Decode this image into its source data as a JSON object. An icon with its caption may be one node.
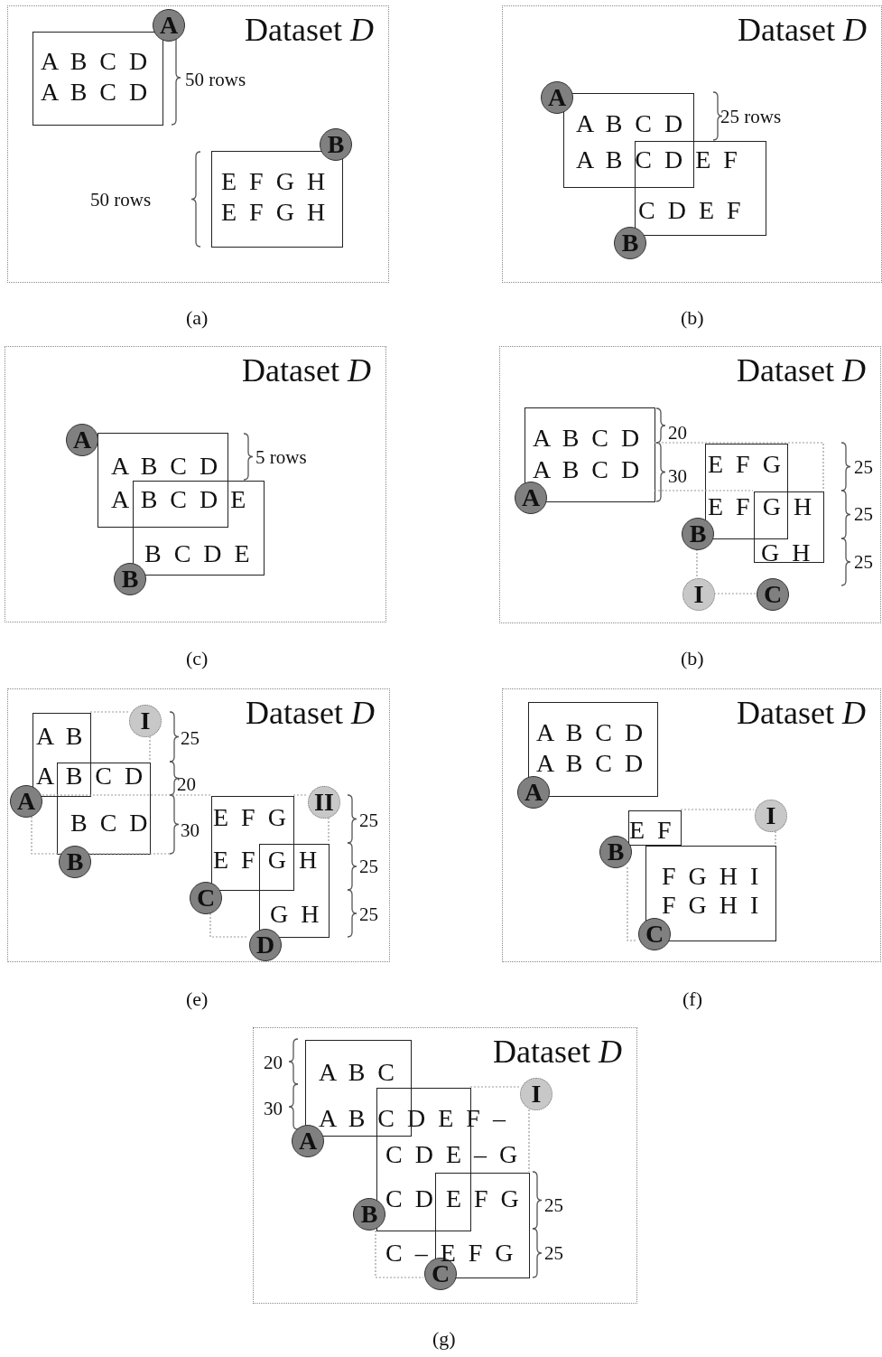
{
  "diagram": {
    "nodes": [
      {
        "text": [
          "Dataset *D*"
        ]
      },
      {
        "text": [],
        "shape": "box",
        "in": 0
      },
      {
        "text": [
          "A"
        ],
        "in": 0
      },
      {
        "text": [],
        "shape": "box",
        "in": 0
      },
      {
        "text": [
          "B"
        ],
        "in": 0
      },
      {
        "text": [
          "Dataset *D*"
        ]
      },
      {
        "text": [],
        "shape": "box",
        "in": 5
      },
      {
        "text": [
          "A"
        ],
        "in": 5
      },
      {
        "text": [],
        "shape": "box",
        "in": 5
      },
      {
        "text": [
          "B"
        ],
        "in": 5
      },
      {
        "text": [
          "Dataset *D*"
        ]
      },
      {
        "text": [],
        "shape": "box",
        "in": 10
      },
      {
        "text": [
          "A"
        ],
        "in": 10
      },
      {
        "text": [],
        "shape": "box",
        "in": 10
      },
      {
        "text": [
          "B"
        ],
        "in": 10
      },
      {
        "text": [
          "Dataset *D*"
        ]
      },
      {
        "text": [],
        "shape": "box",
        "in": 15
      },
      {
        "text": [
          "A"
        ],
        "in": 15
      },
      {
        "text": [],
        "shape": "box",
        "in": 15
      },
      {
        "text": [
          "B"
        ],
        "in": 15
      },
      {
        "text": [],
        "shape": "box",
        "in": 15
      },
      {
        "text": [
          "C"
        ],
        "in": 15
      },
      {
        "text": [
          "I"
        ],
        "in": 15
      },
      {
        "text": [
          "Dataset *D*"
        ]
      },
      {
        "text": [],
        "shape": "box",
        "in": 23
      },
      {
        "text": [
          "A"
        ],
        "in": 23
      },
      {
        "text": [],
        "shape": "box",
        "in": 23
      },
      {
        "text": [
          "B"
        ],
        "in": 23
      },
      {
        "text": [
          "I"
        ],
        "in": 23
      },
      {
        "text": [],
        "shape": "box",
        "in": 23
      },
      {
        "text": [
          "C"
        ],
        "in": 23
      },
      {
        "text": [],
        "shape": "box",
        "in": 23
      },
      {
        "text": [
          "D"
        ],
        "in": 23
      },
      {
        "text": [
          "II"
        ],
        "in": 23
      },
      {
        "text": [
          "Dataset *D*"
        ]
      },
      {
        "text": [],
        "shape": "box",
        "in": 34
      },
      {
        "text": [
          "A"
        ],
        "in": 34
      },
      {
        "text": [],
        "shape": "box",
        "in": 34
      },
      {
        "text": [
          "B"
        ],
        "in": 34
      },
      {
        "text": [],
        "shape": "box",
        "in": 34
      },
      {
        "text": [
          "C"
        ],
        "in": 34
      },
      {
        "text": [
          "I"
        ],
        "in": 34
      },
      {
        "text": [
          "Dataset *D*"
        ]
      },
      {
        "text": [],
        "shape": "box",
        "in": 42
      },
      {
        "text": [
          "A"
        ],
        "in": 42
      },
      {
        "text": [],
        "shape": "box",
        "in": 42
      },
      {
        "text": [
          "B"
        ],
        "in": 42
      },
      {
        "text": [],
        "shape": "box",
        "in": 42
      },
      {
        "text": [
          "C"
        ],
        "in": 42
      },
      {
        "text": [
          "I"
        ],
        "in": 42
      }
    ],
    "edges": [],
    "labels": [
      "A B C D",
      "50 rows",
      "A B C D",
      "E F G H",
      "50 rows",
      "E F G H",
      "A B C D",
      "25 rows",
      "A B C D E F",
      "C D E F",
      "(a)",
      "(b)",
      "A B C D",
      "5 rows",
      "A B C D E",
      "B C D E",
      "A B C D",
      "20",
      "A B C D",
      "30",
      "E F G",
      "25",
      "E F G H",
      "25",
      "G H",
      "25",
      "(c)",
      "(b)",
      "A B",
      "25",
      "A B C D",
      "20",
      "B C D",
      "30",
      "E F G",
      "25",
      "E F G H",
      "25",
      "G H",
      "25",
      "A B C D",
      "A B C D",
      "E F",
      "F G H I",
      "F G H I",
      "(e)",
      "(f)",
      "20",
      "A B C",
      "30",
      "A B C D E F –",
      "C D E – G",
      "C D E F G",
      "25",
      "C – E F G",
      "25",
      "(g)"
    ]
  }
}
